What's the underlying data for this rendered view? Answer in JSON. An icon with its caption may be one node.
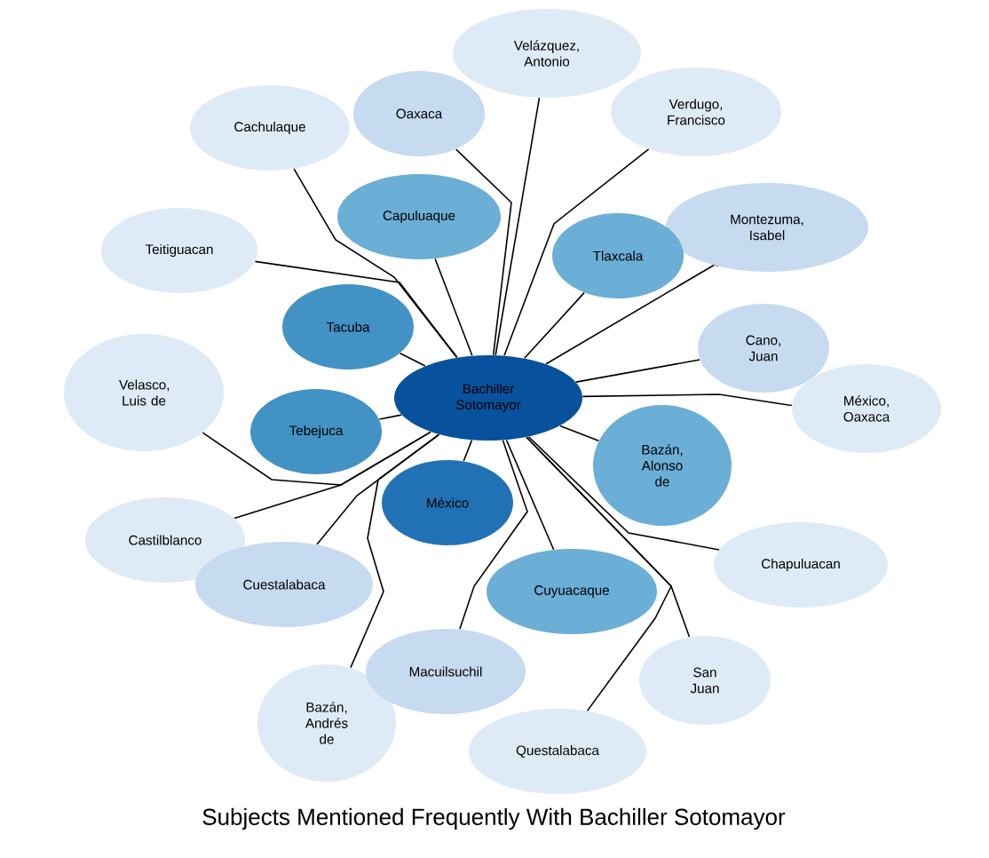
{
  "diagram": {
    "title": "Subjects Mentioned Frequently With Bachiller Sotomayor",
    "nodes": [
      {
        "text": [
          "Bachiller Sotomayor"
        ]
      },
      {
        "text": [
          "Velázquez, Antonio"
        ]
      },
      {
        "text": [
          "Oaxaca"
        ]
      },
      {
        "text": [
          "Verdugo, Francisco"
        ]
      },
      {
        "text": [
          "Cachulaque"
        ]
      },
      {
        "text": [
          "Capuluaque"
        ]
      },
      {
        "text": [
          "Montezuma, Isabel"
        ]
      },
      {
        "text": [
          "Teitiguacan"
        ]
      },
      {
        "text": [
          "Tlaxcala"
        ]
      },
      {
        "text": [
          "Tacuba"
        ]
      },
      {
        "text": [
          "Cano, Juan"
        ]
      },
      {
        "text": [
          "Velasco, Luis de"
        ]
      },
      {
        "text": [
          "México, Oaxaca"
        ]
      },
      {
        "text": [
          "Tebejuca"
        ]
      },
      {
        "text": [
          "Bazán, Alonso de"
        ]
      },
      {
        "text": [
          "México"
        ]
      },
      {
        "text": [
          "Castilblanco"
        ]
      },
      {
        "text": [
          "Chapuluacan"
        ]
      },
      {
        "text": [
          "Cuyuacaque"
        ]
      },
      {
        "text": [
          "Cuestalabaca"
        ]
      },
      {
        "text": [
          "Macuilsuchil"
        ]
      },
      {
        "text": [
          "San Juan"
        ]
      },
      {
        "text": [
          "Bazán, Andrés de"
        ]
      },
      {
        "text": [
          "Questalabaca"
        ]
      }
    ],
    "edges": [
      {
        "from": 0,
        "to": 1,
        "arrow": "none"
      },
      {
        "from": 0,
        "to": 2,
        "arrow": "none"
      },
      {
        "from": 0,
        "to": 3,
        "arrow": "none"
      },
      {
        "from": 0,
        "to": 4,
        "arrow": "none"
      },
      {
        "from": 0,
        "to": 5,
        "arrow": "none"
      },
      {
        "from": 0,
        "to": 6,
        "arrow": "none"
      },
      {
        "from": 0,
        "to": 7,
        "arrow": "none"
      },
      {
        "from": 0,
        "to": 8,
        "arrow": "none"
      },
      {
        "from": 0,
        "to": 9,
        "arrow": "none"
      },
      {
        "from": 0,
        "to": 10,
        "arrow": "none"
      },
      {
        "from": 0,
        "to": 11,
        "arrow": "none"
      },
      {
        "from": 0,
        "to": 12,
        "arrow": "none"
      },
      {
        "from": 0,
        "to": 13,
        "arrow": "none"
      },
      {
        "from": 0,
        "to": 14,
        "arrow": "none"
      },
      {
        "from": 0,
        "to": 15,
        "arrow": "none"
      },
      {
        "from": 0,
        "to": 16,
        "arrow": "none"
      },
      {
        "from": 0,
        "to": 17,
        "arrow": "none"
      },
      {
        "from": 0,
        "to": 18,
        "arrow": "none"
      },
      {
        "from": 0,
        "to": 19,
        "arrow": "none"
      },
      {
        "from": 0,
        "to": 20,
        "arrow": "none"
      },
      {
        "from": 0,
        "to": 21,
        "arrow": "none"
      },
      {
        "from": 0,
        "to": 22,
        "arrow": "none"
      },
      {
        "from": 0,
        "to": 23,
        "arrow": "none"
      }
    ]
  }
}
